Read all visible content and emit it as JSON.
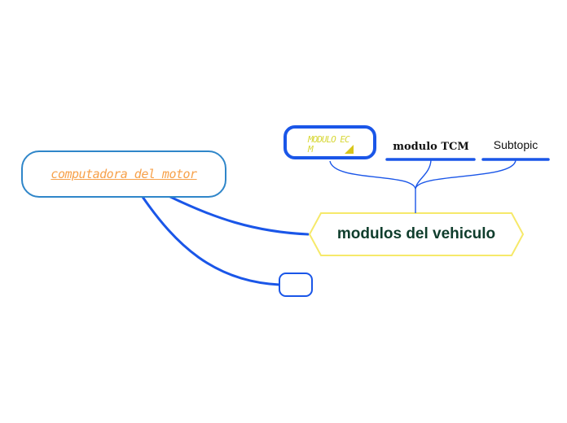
{
  "central_topic": {
    "label": "computadora del motor",
    "border_color": "#2f86c9",
    "text_color": "#f7a14a"
  },
  "main_topic": {
    "label": "modulos del vehiculo",
    "border_color": "#f6e96a",
    "text_color": "#0f3d2c"
  },
  "empty_topic": {
    "label": "",
    "border_color": "#1a56e8"
  },
  "subtopics": [
    {
      "label": "MODULO ECM",
      "text_color": "#d8d83a",
      "border_color": "#1a56e8",
      "icon": "warning-triangle-icon"
    },
    {
      "label": "modulo TCM",
      "underline_color": "#1a56e8"
    },
    {
      "label": "Subtopic",
      "underline_color": "#1a56e8"
    }
  ],
  "connector_color": "#1a56e8"
}
